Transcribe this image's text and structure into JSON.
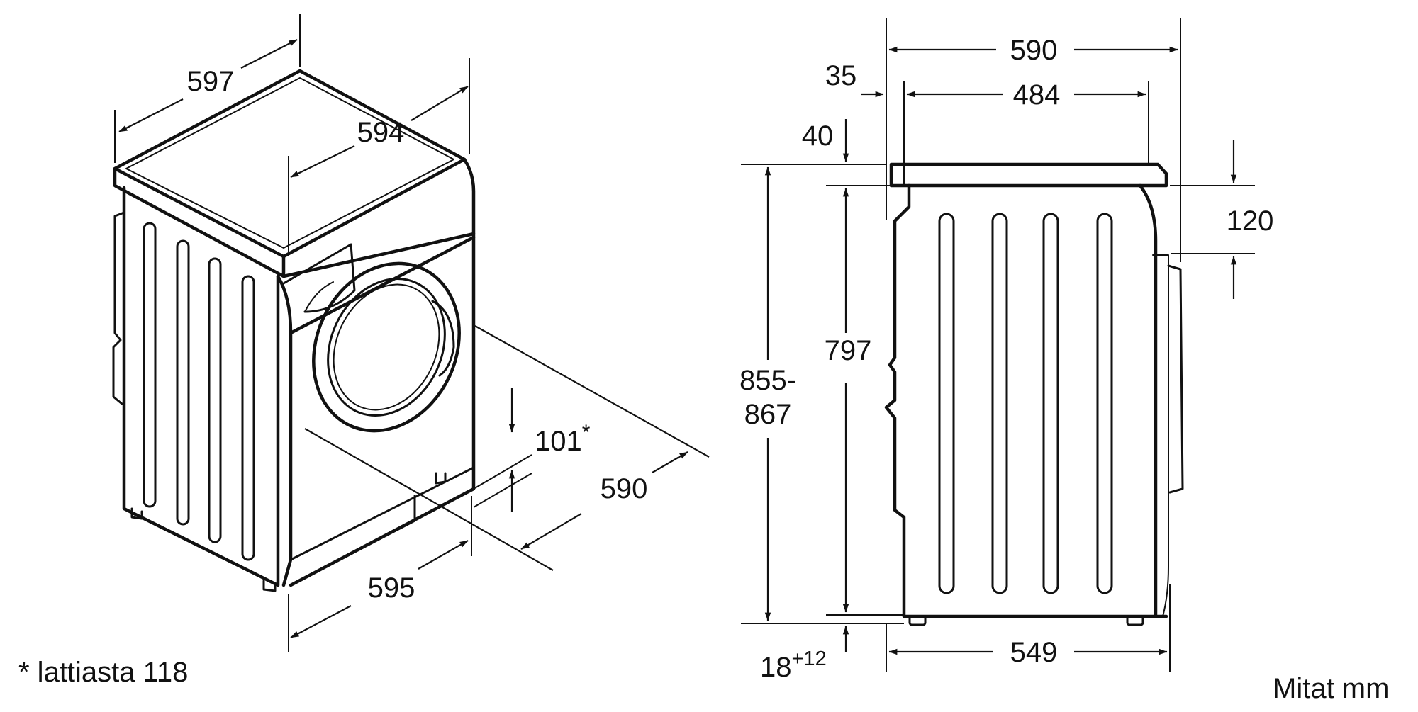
{
  "isometric": {
    "dims": {
      "top_width": "597",
      "top_depth": "594",
      "front_width": "595",
      "floor_depth": "590",
      "foot_height": "101",
      "foot_height_mark": "*"
    }
  },
  "side": {
    "dims": {
      "overall_depth": "590",
      "inner_depth": "484",
      "front_offset": "35",
      "top_offset": "40",
      "panel_height": "120",
      "body_height": "797",
      "total_height_line1": "855-",
      "total_height_line2": "867",
      "base_depth": "549",
      "foot_base": "18",
      "foot_plus": "+12"
    }
  },
  "footnote": "* lattiasta 118",
  "units": "Mitat mm"
}
